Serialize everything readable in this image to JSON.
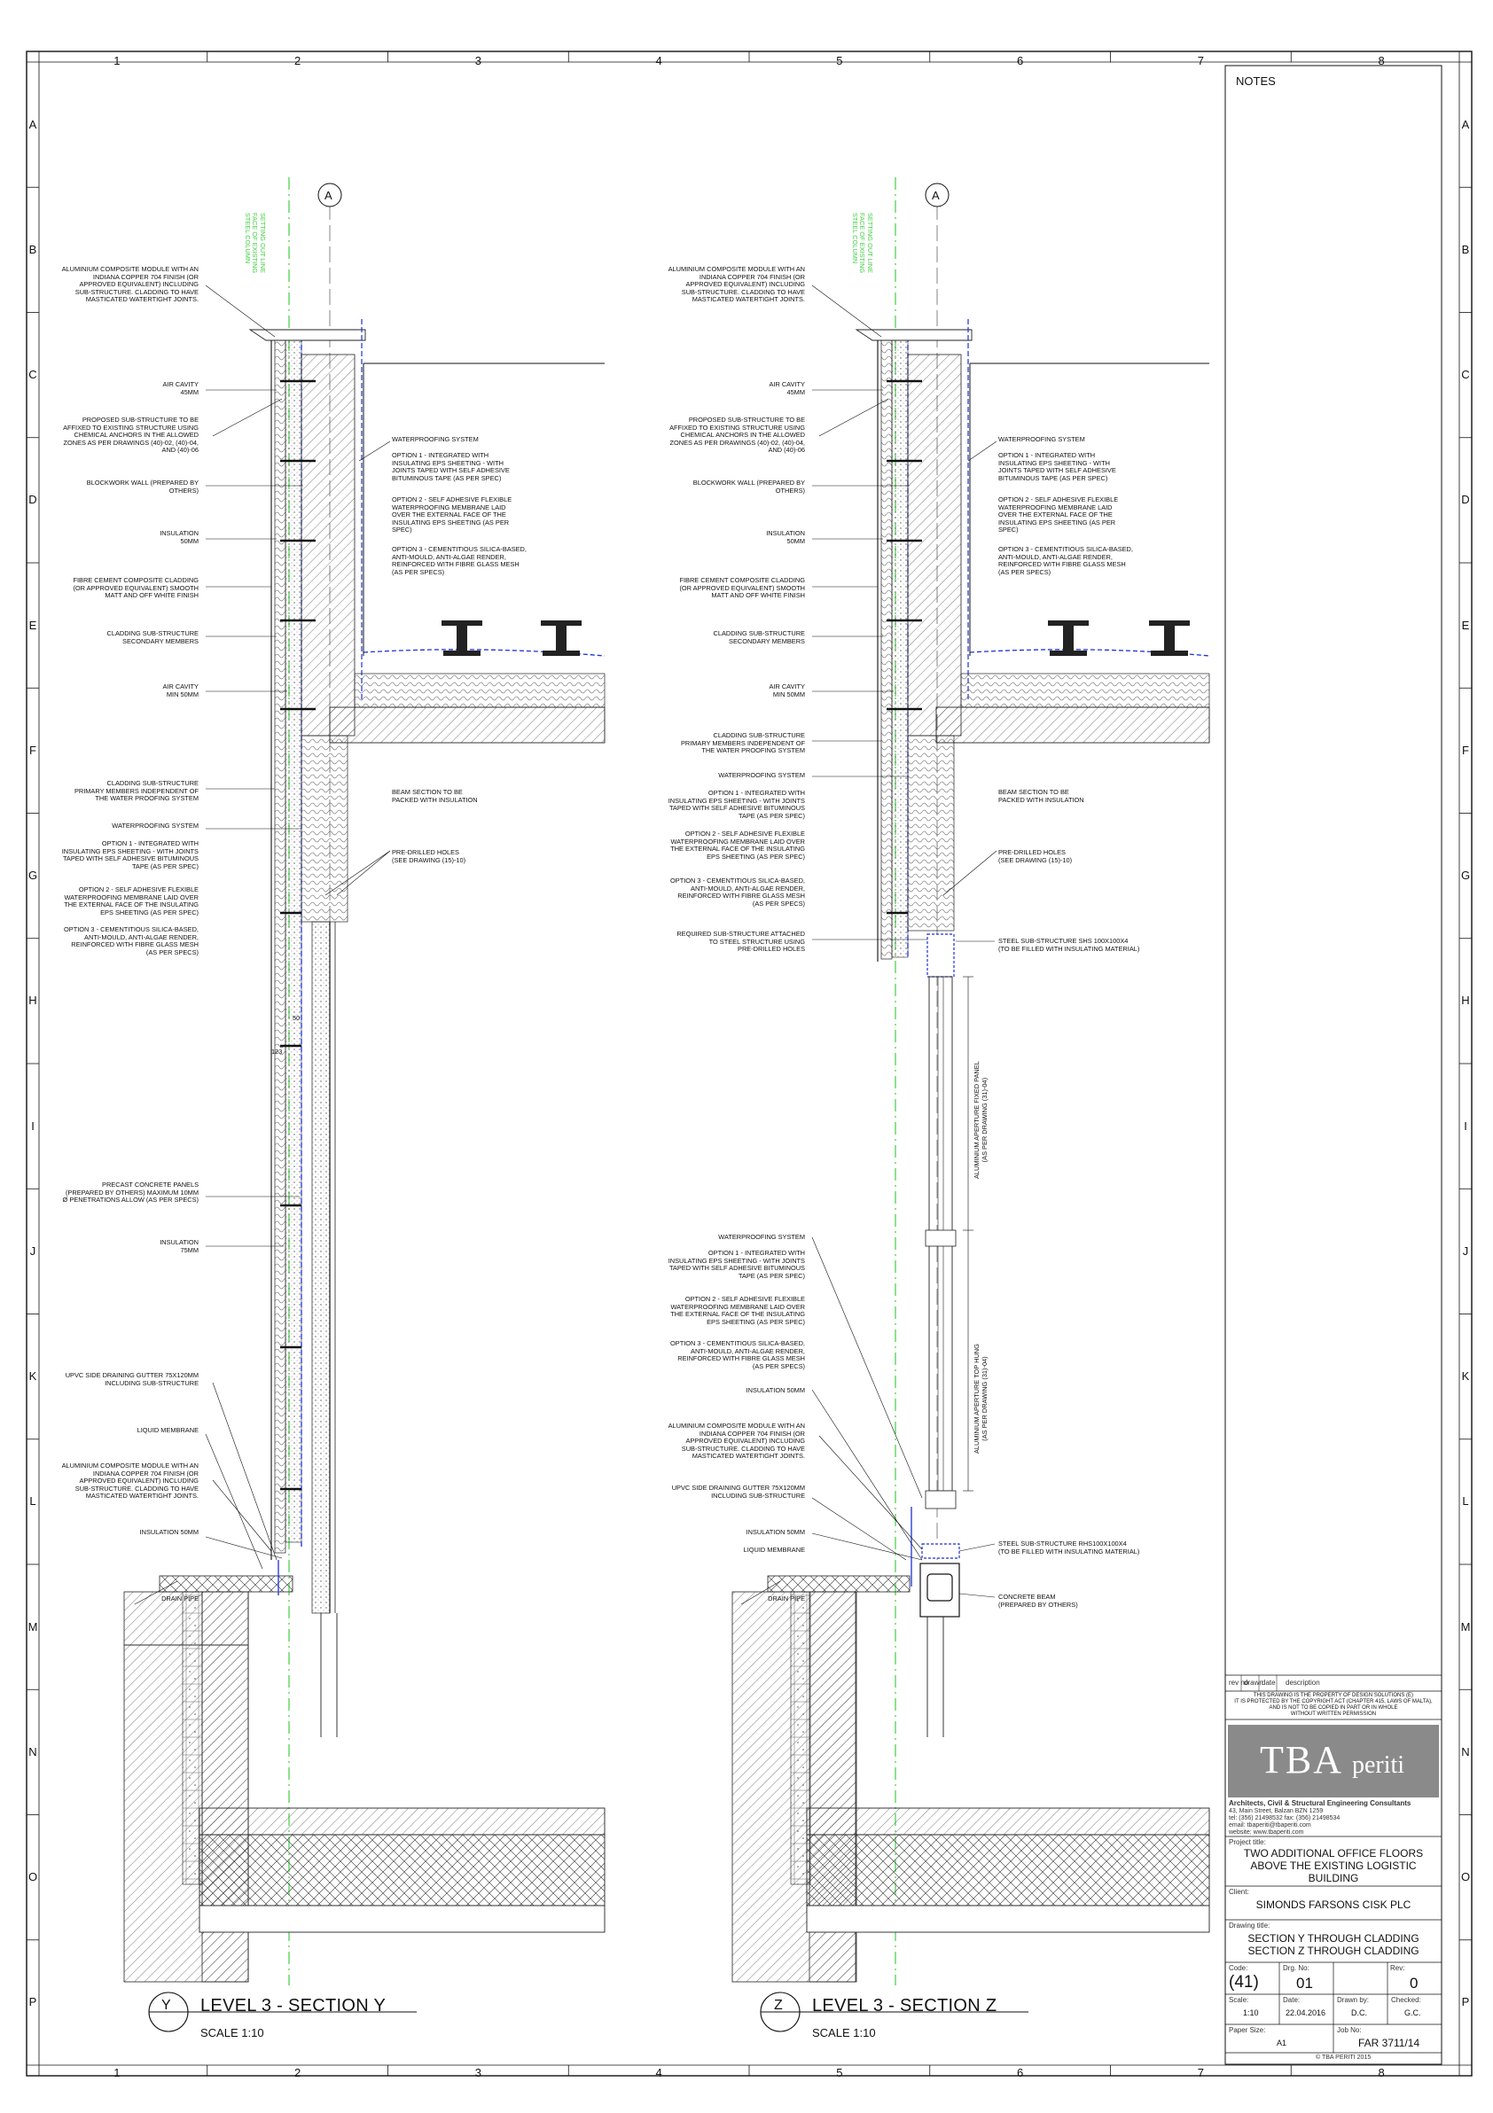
{
  "grid": {
    "columns": [
      "1",
      "2",
      "3",
      "4",
      "5",
      "6",
      "7",
      "8"
    ],
    "rows": [
      "A",
      "B",
      "C",
      "D",
      "E",
      "F",
      "G",
      "H",
      "I",
      "J",
      "K",
      "L",
      "M",
      "N",
      "O",
      "P"
    ]
  },
  "gridline_tag": "A",
  "setting_out_label": "SETTING OUT LINE\nFACE OF EXISTING\nSTEEL COLUMN",
  "section_y": {
    "marker": "Y",
    "title": "LEVEL 3 - SECTION Y",
    "scale": "SCALE 1:10",
    "left_labels": [
      "ALUMINIUM COMPOSITE MODULE WITH AN\nINDIANA COPPER 704 FINISH (OR\nAPPROVED EQUIVALENT) INCLUDING\nSUB-STRUCTURE. CLADDING TO HAVE\nMASTICATED WATERTIGHT JOINTS.",
      "AIR CAVITY\n45mm",
      "PROPOSED SUB-STRUCTURE TO BE\nAFFIXED TO EXISTING STRUCTURE USING\nCHEMICAL ANCHORS IN THE ALLOWED\nZONES AS PER DRAWINGS (40)-02, (40)-04,\nAND (40)-06",
      "BLOCKWORK WALL (PREPARED BY\nOTHERS)",
      "INSULATION\n50mm",
      "FIBRE CEMENT COMPOSITE CLADDING\n(OR APPROVED EQUIVALENT) SMOOTH\nMATT AND OFF WHITE FINISH",
      "CLADDING SUB-STRUCTURE\nSECONDARY MEMBERS",
      "AIR CAVITY\nMIN 50mm",
      "CLADDING SUB-STRUCTURE\nPRIMARY MEMBERS INDEPENDENT OF\nTHE WATER PROOFING SYSTEM",
      "WATERPROOFING SYSTEM",
      "OPTION 1 - INTEGRATED WITH\nINSULATING EPS SHEETING - WITH JOINTS\nTAPED WITH SELF ADHESIVE BITUMINOUS\nTAPE (AS PER SPEC)",
      "OPTION 2 - SELF ADHESIVE FLEXIBLE\nWATERPROOFING MEMBRANE LAID OVER\nTHE EXTERNAL FACE OF THE INSULATING\nEPS SHEETING (AS PER SPEC)",
      "OPTION 3 - CEMENTITIOUS SILICA-BASED,\nANTI-MOULD, ANTI-ALGAE RENDER,\nREINFORCED WITH FIBRE GLASS MESH\n(AS PER SPECS)",
      "PRECAST CONCRETE PANELS\n(PREPARED BY OTHERS) MAXIMUM 10mm\nØ PENETRATIONS ALLOW (AS PER SPECS)",
      "INSULATION\n75mm",
      "UPVC SIDE DRAINING GUTTER 75x120mm\nINCLUDING SUB-STRUCTURE",
      "LIQUID MEMBRANE",
      "ALUMINIUM COMPOSITE MODULE WITH AN\nINDIANA COPPER 704 FINISH (OR\nAPPROVED EQUIVALENT) INCLUDING\nSUB-STRUCTURE. CLADDING TO HAVE\nMASTICATED WATERTIGHT JOINTS.",
      "INSULATION 50mm",
      "DRAIN PIPE"
    ],
    "right_labels": [
      "WATERPROOFING SYSTEM",
      "OPTION 1 - INTEGRATED WITH\nINSULATING EPS SHEETING - WITH\nJOINTS TAPED WITH SELF ADHESIVE\nBITUMINOUS TAPE (AS PER SPEC)",
      "OPTION 2 - SELF ADHESIVE FLEXIBLE\nWATERPROOFING MEMBRANE LAID\nOVER THE EXTERNAL FACE OF THE\nINSULATING EPS SHEETING (AS PER\nSPEC)",
      "OPTION 3 - CEMENTITIOUS SILICA-BASED,\nANTI-MOULD, ANTI-ALGAE RENDER,\nREINFORCED WITH FIBRE GLASS MESH\n(AS PER SPECS)",
      "BEAM SECTION TO BE\nPACKED WITH INSULATION",
      "PRE-DRILLED HOLES\n(SEE DRAWING (15)-10)"
    ],
    "dims": [
      "50",
      "123"
    ]
  },
  "section_z": {
    "marker": "Z",
    "title": "LEVEL 3 - SECTION Z",
    "scale": "SCALE 1:10",
    "left_labels": [
      "ALUMINIUM COMPOSITE MODULE WITH AN\nINDIANA COPPER 704 FINISH (OR\nAPPROVED EQUIVALENT) INCLUDING\nSUB-STRUCTURE. CLADDING TO HAVE\nMASTICATED WATERTIGHT JOINTS.",
      "AIR CAVITY\n45mm",
      "PROPOSED SUB-STRUCTURE TO BE\nAFFIXED TO EXISTING STRUCTURE USING\nCHEMICAL ANCHORS IN THE ALLOWED\nZONES AS PER DRAWINGS (40)-02, (40)-04,\nAND (40)-06",
      "BLOCKWORK WALL (PREPARED BY\nOTHERS)",
      "INSULATION\n50mm",
      "FIBRE CEMENT COMPOSITE CLADDING\n(OR APPROVED EQUIVALENT) SMOOTH\nMATT AND OFF WHITE FINISH",
      "CLADDING SUB-STRUCTURE\nSECONDARY MEMBERS",
      "AIR CAVITY\nMIN 50mm",
      "CLADDING SUB-STRUCTURE\nPRIMARY MEMBERS INDEPENDENT OF\nTHE WATER PROOFING SYSTEM",
      "WATERPROOFING SYSTEM",
      "OPTION 1 - INTEGRATED WITH\nINSULATING EPS SHEETING - WITH JOINTS\nTAPED WITH SELF ADHESIVE BITUMINOUS\nTAPE (AS PER SPEC)",
      "OPTION 2 - SELF ADHESIVE FLEXIBLE\nWATERPROOFING MEMBRANE LAID OVER\nTHE EXTERNAL FACE OF THE INSULATING\nEPS SHEETING (AS PER SPEC)",
      "OPTION 3 - CEMENTITIOUS SILICA-BASED,\nANTI-MOULD, ANTI-ALGAE RENDER,\nREINFORCED WITH FIBRE GLASS MESH\n(AS PER SPECS)",
      "REQUIRED SUB-STRUCTURE ATTACHED\nTO STEEL STRUCTURE USING\nPRE-DRILLED HOLES",
      "WATERPROOFING SYSTEM",
      "OPTION 1 - INTEGRATED WITH\nINSULATING EPS SHEETING - WITH JOINTS\nTAPED WITH SELF ADHESIVE BITUMINOUS\nTAPE (AS PER SPEC)",
      "OPTION 2 - SELF ADHESIVE FLEXIBLE\nWATERPROOFING MEMBRANE LAID OVER\nTHE EXTERNAL FACE OF THE INSULATING\nEPS SHEETING (AS PER SPEC)",
      "OPTION 3 - CEMENTITIOUS SILICA-BASED,\nANTI-MOULD, ANTI-ALGAE RENDER,\nREINFORCED WITH FIBRE GLASS MESH\n(AS PER SPECS)",
      "INSULATION 50mm",
      "ALUMINIUM COMPOSITE MODULE WITH AN\nINDIANA COPPER 704 FINISH (OR\nAPPROVED EQUIVALENT) INCLUDING\nSUB-STRUCTURE. CLADDING TO HAVE\nMASTICATED WATERTIGHT JOINTS.",
      "UPVC SIDE DRAINING GUTTER 75x120mm\nINCLUDING SUB-STRUCTURE",
      "INSULATION 50mm",
      "LIQUID MEMBRANE",
      "DRAIN PIPE"
    ],
    "right_labels": [
      "WATERPROOFING SYSTEM",
      "OPTION 1 - INTEGRATED WITH\nINSULATING EPS SHEETING - WITH\nJOINTS TAPED WITH SELF ADHESIVE\nBITUMINOUS TAPE (AS PER SPEC)",
      "OPTION 2 - SELF ADHESIVE FLEXIBLE\nWATERPROOFING MEMBRANE LAID\nOVER THE EXTERNAL FACE OF THE\nINSULATING EPS SHEETING (AS PER\nSPEC)",
      "OPTION 3 - CEMENTITIOUS SILICA-BASED,\nANTI-MOULD, ANTI-ALGAE RENDER,\nREINFORCED WITH FIBRE GLASS MESH\n(AS PER SPECS)",
      "BEAM SECTION TO BE\nPACKED WITH INSULATION",
      "PRE-DRILLED HOLES\n(SEE DRAWING (15)-10)",
      "STEEL SUB-STRUCTURE SHS 100x100X4\n(TO BE FILLED WITH INSULATING MATERIAL)",
      "STEEL SUB-STRUCTURE RHS100x100x4\n(TO BE FILLED WITH INSULATING MATERIAL)",
      "CONCRETE BEAM\n(PREPARED BY OTHERS)"
    ],
    "vertical_labels": [
      "ALUMINIUM APERTURE FIXED PANEL\n(AS PER DRAWING (31)-04)",
      "ALUMINIUM APERTURE TOP HUNG\n(AS PER DRAWING (31)-04)"
    ]
  },
  "title_block": {
    "notes_heading": "NOTES",
    "rev_headers": [
      "rev no",
      "drawn",
      "date",
      "description"
    ],
    "copyright_note": "THIS DRAWING IS THE PROPERTY OF DESIGN SOLUTIONS (e)\nIT IS PROTECTED BY THE COPYRIGHT ACT (CHAPTER 415, LAWS OF MALTA),\nAND IS NOT TO BE COPIED IN PART OR IN WHOLE\nWITHOUT WRITTEN PERMISSION",
    "logo_main": "TBA",
    "logo_sub": "periti",
    "firm_tagline": "Architects, Civil & Structural Engineering Consultants",
    "firm_address": "43, Main Street, Balzan BZN 1259",
    "firm_tel": "tel: (356) 21498532  fax: (356) 21498534",
    "firm_email": "email: tbaperiti@tbaperiti.com",
    "firm_web": "website: www.tbaperiti.com",
    "project_label": "Project title:",
    "project_title": "TWO ADDITIONAL OFFICE FLOORS\nABOVE THE EXISTING LOGISTIC\nBUILDING",
    "client_label": "Client:",
    "client": "SIMONDS FARSONS CISK PLC",
    "drawing_label": "Drawing title:",
    "drawing_title": "SECTION Y THROUGH CLADDING\nSECTION Z THROUGH CLADDING",
    "code_label": "Code:",
    "code": "(41)",
    "drg_label": "Drg. No:",
    "drg_no": "01",
    "rev_label": "Rev:",
    "rev": "0",
    "scale_label": "Scale:",
    "scale": "1:10",
    "date_label": "Date:",
    "date": "22.04.2016",
    "drawn_label": "Drawn by:",
    "drawn_by": "D.C.",
    "checked_label": "Checked:",
    "checked_by": "G.C.",
    "paper_label": "Paper Size:",
    "paper_size": "A1",
    "job_label": "Job No:",
    "job_no": "FAR 3711/14",
    "copyright_footer": "© TBA PERITI 2015"
  },
  "colors": {
    "setting_out": "#3fcf3f",
    "membrane": "#1f2fd8",
    "line": "#111111",
    "logo_bg": "#8a8a8a"
  }
}
